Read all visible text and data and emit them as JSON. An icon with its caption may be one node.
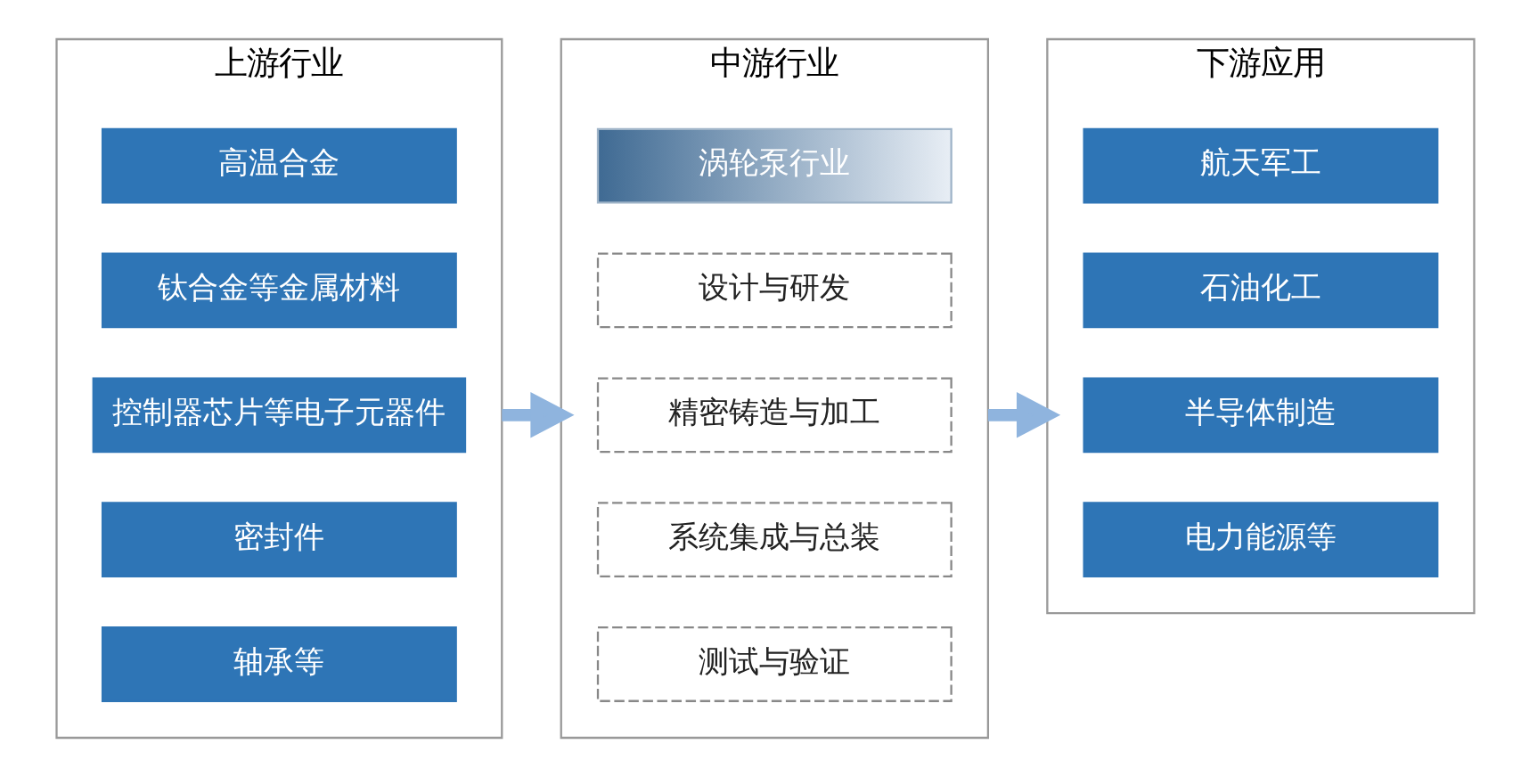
{
  "diagram": {
    "nodes": [
      {
        "text": [
          "上游行业"
        ]
      },
      {
        "text": [
          "高温合金"
        ],
        "in": 0
      },
      {
        "text": [
          "钛合金等金属材料"
        ],
        "in": 0
      },
      {
        "text": [
          "控制器芯片等电子元器件"
        ],
        "in": 0
      },
      {
        "text": [
          "密封件"
        ],
        "in": 0
      },
      {
        "text": [
          "轴承等"
        ],
        "in": 0
      },
      {
        "text": [
          "中游行业"
        ]
      },
      {
        "text": [
          "涡轮泵行业"
        ],
        "in": 6
      },
      {
        "text": [
          "设计与研发"
        ],
        "in": 6
      },
      {
        "text": [
          "精密铸造与加工"
        ],
        "in": 6
      },
      {
        "text": [
          "系统集成与总装"
        ],
        "in": 6
      },
      {
        "text": [
          "测试与验证"
        ],
        "in": 6
      },
      {
        "text": [
          "下游应用"
        ]
      },
      {
        "text": [
          "航天军工"
        ],
        "in": 12
      },
      {
        "text": [
          "石油化工"
        ],
        "in": 12
      },
      {
        "text": [
          "半导体制造"
        ],
        "in": 12
      },
      {
        "text": [
          "电力能源等"
        ],
        "in": 12
      }
    ],
    "edges": [
      {
        "from": 0,
        "to": 6,
        "arrow": "to"
      },
      {
        "from": 6,
        "to": 12,
        "arrow": "to"
      }
    ]
  }
}
